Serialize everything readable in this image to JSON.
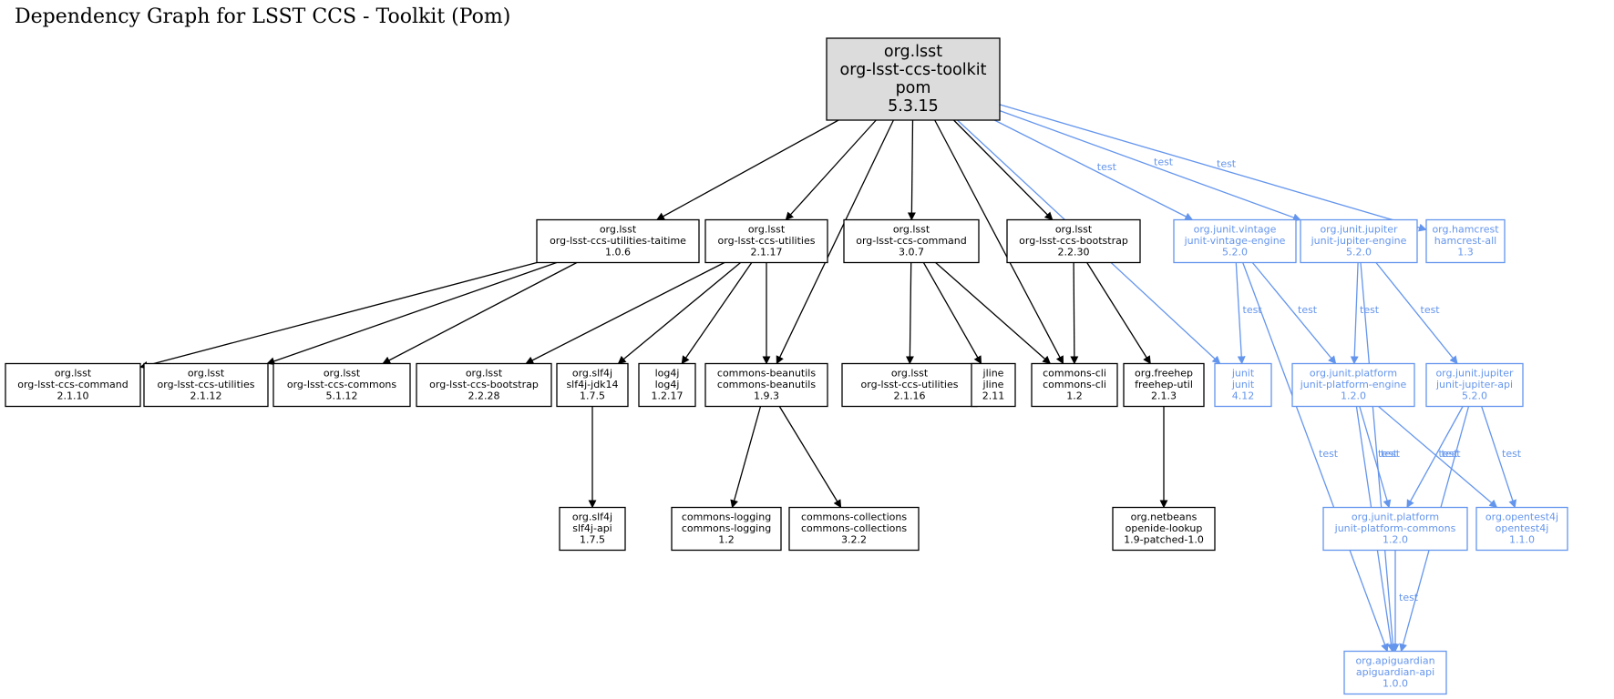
{
  "title": "Dependency Graph for LSST CCS - Toolkit (Pom)",
  "colors": {
    "compile": "#000000",
    "test": "#6495ed",
    "root_fill": "#dcdcdc"
  },
  "nodes": [
    {
      "id": "root",
      "lines": [
        "org.lsst",
        "org-lsst-ccs-toolkit",
        "pom",
        "5.3.15"
      ],
      "scope": "compile",
      "root": true
    },
    {
      "id": "utilities-taitime",
      "lines": [
        "org.lsst",
        "org-lsst-ccs-utilities-taitime",
        "1.0.6"
      ],
      "scope": "compile"
    },
    {
      "id": "utilities-2117",
      "lines": [
        "org.lsst",
        "org-lsst-ccs-utilities",
        "2.1.17"
      ],
      "scope": "compile"
    },
    {
      "id": "command-307",
      "lines": [
        "org.lsst",
        "org-lsst-ccs-command",
        "3.0.7"
      ],
      "scope": "compile"
    },
    {
      "id": "bootstrap-2230",
      "lines": [
        "org.lsst",
        "org-lsst-ccs-bootstrap",
        "2.2.30"
      ],
      "scope": "compile"
    },
    {
      "id": "junit-vintage-engine",
      "lines": [
        "org.junit.vintage",
        "junit-vintage-engine",
        "5.2.0"
      ],
      "scope": "test"
    },
    {
      "id": "junit-jupiter-engine",
      "lines": [
        "org.junit.jupiter",
        "junit-jupiter-engine",
        "5.2.0"
      ],
      "scope": "test"
    },
    {
      "id": "hamcrest-all",
      "lines": [
        "org.hamcrest",
        "hamcrest-all",
        "1.3"
      ],
      "scope": "test"
    },
    {
      "id": "command-2110",
      "lines": [
        "org.lsst",
        "org-lsst-ccs-command",
        "2.1.10"
      ],
      "scope": "compile"
    },
    {
      "id": "utilities-2112",
      "lines": [
        "org.lsst",
        "org-lsst-ccs-utilities",
        "2.1.12"
      ],
      "scope": "compile"
    },
    {
      "id": "commons-5112",
      "lines": [
        "org.lsst",
        "org-lsst-ccs-commons",
        "5.1.12"
      ],
      "scope": "compile"
    },
    {
      "id": "bootstrap-2228",
      "lines": [
        "org.lsst",
        "org-lsst-ccs-bootstrap",
        "2.2.28"
      ],
      "scope": "compile"
    },
    {
      "id": "slf4j-jdk14",
      "lines": [
        "org.slf4j",
        "slf4j-jdk14",
        "1.7.5"
      ],
      "scope": "compile"
    },
    {
      "id": "log4j",
      "lines": [
        "log4j",
        "log4j",
        "1.2.17"
      ],
      "scope": "compile"
    },
    {
      "id": "commons-beanutils",
      "lines": [
        "commons-beanutils",
        "commons-beanutils",
        "1.9.3"
      ],
      "scope": "compile"
    },
    {
      "id": "utilities-2116",
      "lines": [
        "org.lsst",
        "org-lsst-ccs-utilities",
        "2.1.16"
      ],
      "scope": "compile"
    },
    {
      "id": "jline",
      "lines": [
        "jline",
        "jline",
        "2.11"
      ],
      "scope": "compile"
    },
    {
      "id": "commons-cli",
      "lines": [
        "commons-cli",
        "commons-cli",
        "1.2"
      ],
      "scope": "compile"
    },
    {
      "id": "freehep-util",
      "lines": [
        "org.freehep",
        "freehep-util",
        "2.1.3"
      ],
      "scope": "compile"
    },
    {
      "id": "junit",
      "lines": [
        "junit",
        "junit",
        "4.12"
      ],
      "scope": "test"
    },
    {
      "id": "junit-platform-engine",
      "lines": [
        "org.junit.platform",
        "junit-platform-engine",
        "1.2.0"
      ],
      "scope": "test"
    },
    {
      "id": "junit-jupiter-api",
      "lines": [
        "org.junit.jupiter",
        "junit-jupiter-api",
        "5.2.0"
      ],
      "scope": "test"
    },
    {
      "id": "slf4j-api",
      "lines": [
        "org.slf4j",
        "slf4j-api",
        "1.7.5"
      ],
      "scope": "compile"
    },
    {
      "id": "commons-logging",
      "lines": [
        "commons-logging",
        "commons-logging",
        "1.2"
      ],
      "scope": "compile"
    },
    {
      "id": "commons-collections",
      "lines": [
        "commons-collections",
        "commons-collections",
        "3.2.2"
      ],
      "scope": "compile"
    },
    {
      "id": "openide-lookup",
      "lines": [
        "org.netbeans",
        "openide-lookup",
        "1.9-patched-1.0"
      ],
      "scope": "compile"
    },
    {
      "id": "junit-platform-commons",
      "lines": [
        "org.junit.platform",
        "junit-platform-commons",
        "1.2.0"
      ],
      "scope": "test"
    },
    {
      "id": "opentest4j",
      "lines": [
        "org.opentest4j",
        "opentest4j",
        "1.1.0"
      ],
      "scope": "test"
    },
    {
      "id": "apiguardian-api",
      "lines": [
        "org.apiguardian",
        "apiguardian-api",
        "1.0.0"
      ],
      "scope": "test"
    }
  ],
  "edges": [
    {
      "from": "root",
      "to": "utilities-taitime",
      "scope": "compile",
      "label": ""
    },
    {
      "from": "root",
      "to": "utilities-2117",
      "scope": "compile",
      "label": ""
    },
    {
      "from": "root",
      "to": "commons-beanutils",
      "scope": "compile",
      "label": ""
    },
    {
      "from": "root",
      "to": "command-307",
      "scope": "compile",
      "label": ""
    },
    {
      "from": "root",
      "to": "commons-cli",
      "scope": "compile",
      "label": ""
    },
    {
      "from": "root",
      "to": "bootstrap-2230",
      "scope": "compile",
      "label": ""
    },
    {
      "from": "root",
      "to": "junit",
      "scope": "test",
      "label": "test"
    },
    {
      "from": "root",
      "to": "junit-vintage-engine",
      "scope": "test",
      "label": "test"
    },
    {
      "from": "root",
      "to": "junit-jupiter-engine",
      "scope": "test",
      "label": "test"
    },
    {
      "from": "root",
      "to": "hamcrest-all",
      "scope": "test",
      "label": "test"
    },
    {
      "from": "utilities-taitime",
      "to": "command-2110",
      "scope": "compile",
      "label": ""
    },
    {
      "from": "utilities-taitime",
      "to": "utilities-2112",
      "scope": "compile",
      "label": ""
    },
    {
      "from": "utilities-taitime",
      "to": "commons-5112",
      "scope": "compile",
      "label": ""
    },
    {
      "from": "utilities-2117",
      "to": "bootstrap-2228",
      "scope": "compile",
      "label": ""
    },
    {
      "from": "utilities-2117",
      "to": "slf4j-jdk14",
      "scope": "compile",
      "label": ""
    },
    {
      "from": "utilities-2117",
      "to": "log4j",
      "scope": "compile",
      "label": ""
    },
    {
      "from": "utilities-2117",
      "to": "commons-beanutils",
      "scope": "compile",
      "label": ""
    },
    {
      "from": "command-307",
      "to": "utilities-2116",
      "scope": "compile",
      "label": ""
    },
    {
      "from": "command-307",
      "to": "jline",
      "scope": "compile",
      "label": ""
    },
    {
      "from": "command-307",
      "to": "commons-cli",
      "scope": "compile",
      "label": ""
    },
    {
      "from": "bootstrap-2230",
      "to": "commons-cli",
      "scope": "compile",
      "label": ""
    },
    {
      "from": "bootstrap-2230",
      "to": "freehep-util",
      "scope": "compile",
      "label": ""
    },
    {
      "from": "junit-vintage-engine",
      "to": "junit",
      "scope": "test",
      "label": "test"
    },
    {
      "from": "junit-vintage-engine",
      "to": "junit-platform-engine",
      "scope": "test",
      "label": "test"
    },
    {
      "from": "junit-vintage-engine",
      "to": "apiguardian-api",
      "scope": "test",
      "label": "test"
    },
    {
      "from": "junit-jupiter-engine",
      "to": "junit-platform-engine",
      "scope": "test",
      "label": "test"
    },
    {
      "from": "junit-jupiter-engine",
      "to": "junit-jupiter-api",
      "scope": "test",
      "label": "test"
    },
    {
      "from": "junit-jupiter-engine",
      "to": "apiguardian-api",
      "scope": "test",
      "label": "test"
    },
    {
      "from": "slf4j-jdk14",
      "to": "slf4j-api",
      "scope": "compile",
      "label": ""
    },
    {
      "from": "commons-beanutils",
      "to": "commons-logging",
      "scope": "compile",
      "label": ""
    },
    {
      "from": "commons-beanutils",
      "to": "commons-collections",
      "scope": "compile",
      "label": ""
    },
    {
      "from": "freehep-util",
      "to": "openide-lookup",
      "scope": "compile",
      "label": ""
    },
    {
      "from": "junit-platform-engine",
      "to": "junit-platform-commons",
      "scope": "test",
      "label": "test"
    },
    {
      "from": "junit-platform-engine",
      "to": "opentest4j",
      "scope": "test",
      "label": "test"
    },
    {
      "from": "junit-platform-engine",
      "to": "apiguardian-api",
      "scope": "test",
      "label": "test"
    },
    {
      "from": "junit-jupiter-api",
      "to": "junit-platform-commons",
      "scope": "test",
      "label": "test"
    },
    {
      "from": "junit-jupiter-api",
      "to": "opentest4j",
      "scope": "test",
      "label": "test"
    },
    {
      "from": "junit-jupiter-api",
      "to": "apiguardian-api",
      "scope": "test",
      "label": "test"
    },
    {
      "from": "junit-platform-commons",
      "to": "apiguardian-api",
      "scope": "test",
      "label": "test"
    }
  ]
}
